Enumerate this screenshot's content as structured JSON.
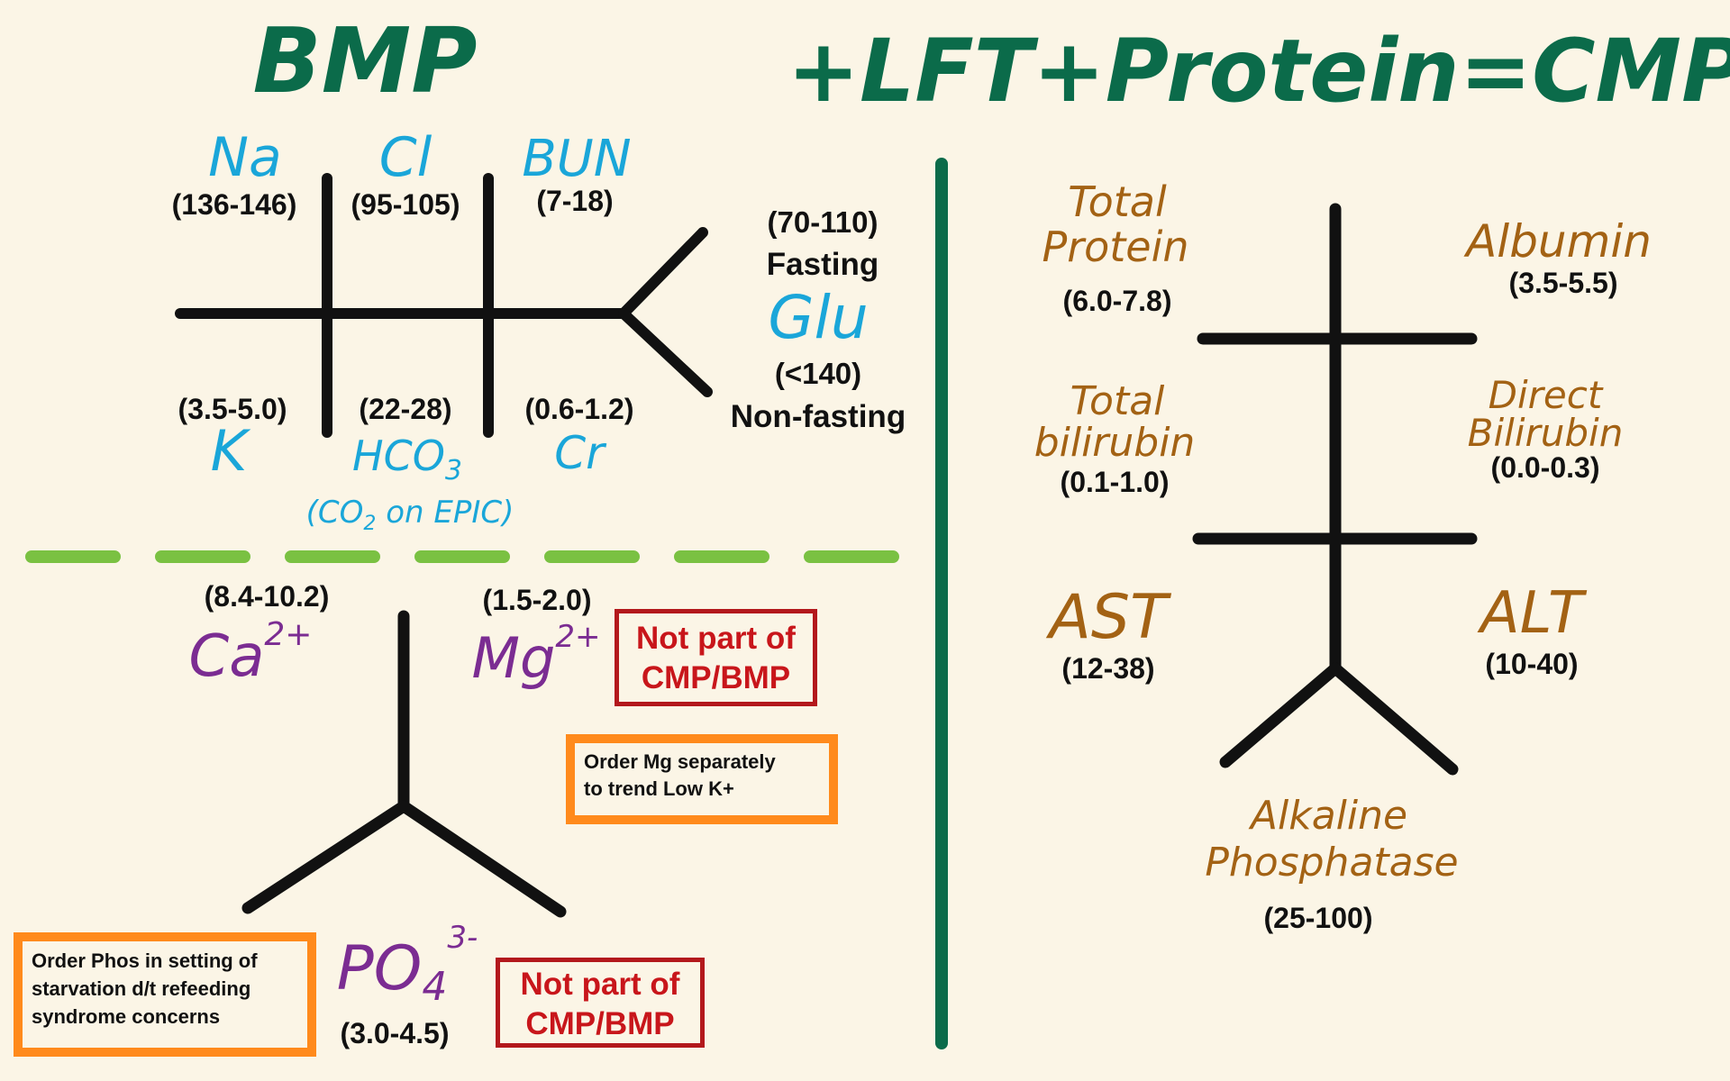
{
  "colors": {
    "green": "#0b6b4a",
    "blue": "#1aa6d9",
    "purple": "#7b2c92",
    "brown": "#a36214",
    "lime": "#7ac142",
    "red": "#c8161b",
    "orange": "#ff8a1c"
  },
  "titles": {
    "bmp": "BMP",
    "cmp": "+LFT+Protein=CMP"
  },
  "bmp": {
    "na": {
      "label": "Na",
      "range": "(136-146)"
    },
    "cl": {
      "label": "Cl",
      "range": "(95-105)"
    },
    "bun": {
      "label": "BUN",
      "range": "(7-18)"
    },
    "k": {
      "label": "K",
      "range": "(3.5-5.0)"
    },
    "hco3": {
      "label": "HCO",
      "sub": "3",
      "note_pre": "(CO",
      "note_sub": "2",
      "note_post": " on EPIC)",
      "range": "(22-28)"
    },
    "cr": {
      "label": "Cr",
      "range": "(0.6-1.2)"
    },
    "glu": {
      "label": "Glu",
      "fasting_range": "(70-110)",
      "fasting_label": "Fasting",
      "nonfasting_range": "(<140)",
      "nonfasting_label": "Non-fasting"
    }
  },
  "minerals": {
    "ca": {
      "label": "Ca",
      "sup": "2+",
      "range": "(8.4-10.2)"
    },
    "mg": {
      "label": "Mg",
      "sup": "2+",
      "range": "(1.5-2.0)"
    },
    "po4": {
      "label": "PO",
      "sub": "4",
      "sup": "3-",
      "range": "(3.0-4.5)"
    }
  },
  "notes": {
    "not_part_1": [
      "Not part of",
      "CMP/BMP"
    ],
    "not_part_2": [
      "Not part of",
      "CMP/BMP"
    ],
    "order_mg": [
      "Order Mg separately",
      "to trend Low K+"
    ],
    "order_phos": [
      "Order Phos in setting of",
      "starvation d/t refeeding",
      "syndrome concerns"
    ]
  },
  "lft": {
    "total_protein": {
      "label": [
        "Total",
        "Protein"
      ],
      "range": "(6.0-7.8)"
    },
    "albumin": {
      "label": "Albumin",
      "range": "(3.5-5.5)"
    },
    "total_bilirubin": {
      "label": [
        "Total",
        "bilirubin"
      ],
      "range": "(0.1-1.0)"
    },
    "direct_bilirubin": {
      "label": [
        "Direct",
        "Bilirubin"
      ],
      "range": "(0.0-0.3)"
    },
    "ast": {
      "label": "AST",
      "range": "(12-38)"
    },
    "alt": {
      "label": "ALT",
      "range": "(10-40)"
    },
    "alk_phos": {
      "label": [
        "Alkaline",
        "Phosphatase"
      ],
      "range": "(25-100)"
    }
  }
}
